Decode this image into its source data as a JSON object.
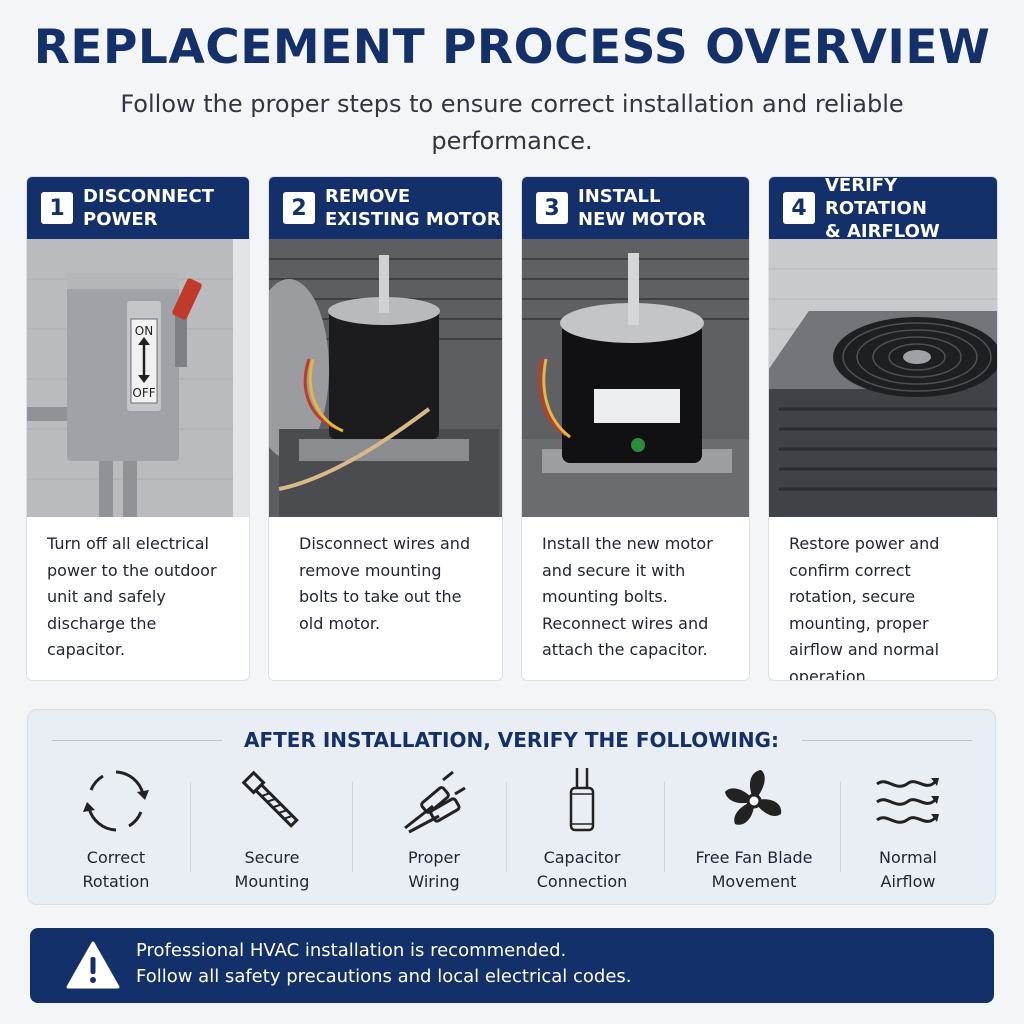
{
  "header": {
    "title": "REPLACEMENT PROCESS OVERVIEW",
    "subtitle": "Follow the proper steps to ensure correct installation and reliable performance."
  },
  "steps": [
    {
      "number": "1",
      "title_line1": "DISCONNECT",
      "title_line2": "POWER",
      "description": "Turn off all electrical power to the outdoor unit and safely discharge the capacitor.",
      "switch_on": "ON",
      "switch_off": "OFF"
    },
    {
      "number": "2",
      "title_line1": "REMOVE",
      "title_line2": "EXISTING MOTOR",
      "description": "Disconnect wires and remove mounting bolts to take out the old motor."
    },
    {
      "number": "3",
      "title_line1": "INSTALL",
      "title_line2": "NEW MOTOR",
      "description": "Install the new motor and secure it with mounting bolts. Reconnect wires and attach the capacitor."
    },
    {
      "number": "4",
      "title_line1": "VERIFY ROTATION",
      "title_line2": "& AIRFLOW",
      "description": "Restore power and confirm correct rotation, secure mounting, proper airflow and normal operation."
    }
  ],
  "verify": {
    "title": "AFTER INSTALLATION, VERIFY THE FOLLOWING:",
    "items": [
      {
        "icon": "rotation-icon",
        "line1": "Correct",
        "line2": "Rotation"
      },
      {
        "icon": "bolt-icon",
        "line1": "Secure",
        "line2": "Mounting"
      },
      {
        "icon": "wire-icon",
        "line1": "Proper",
        "line2": "Wiring"
      },
      {
        "icon": "capacitor-icon",
        "line1": "Capacitor",
        "line2": "Connection"
      },
      {
        "icon": "fan-icon",
        "line1": "Free Fan Blade",
        "line2": "Movement"
      },
      {
        "icon": "airflow-icon",
        "line1": "Normal",
        "line2": "Airflow"
      }
    ]
  },
  "warning": {
    "icon": "warning-icon",
    "line1": "Professional HVAC installation is recommended.",
    "line2": "Follow all safety precautions and local electrical codes."
  },
  "colors": {
    "navy": "#14306b",
    "background": "#f4f5f7",
    "panel": "#e9edf4"
  }
}
